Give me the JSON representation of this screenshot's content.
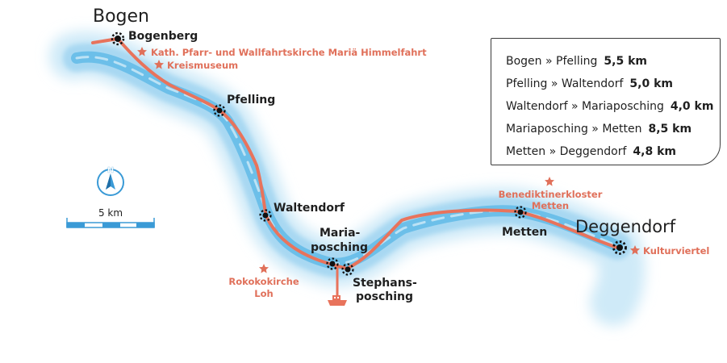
{
  "towns": {
    "bogen": "Bogen",
    "deggendorf": "Deggendorf"
  },
  "places": {
    "bogenberg": "Bogenberg",
    "pfelling": "Pfelling",
    "waltendorf": "Waltendorf",
    "mariaposching_1": "Maria-",
    "mariaposching_2": "posching",
    "stephansposching_1": "Stephans-",
    "stephansposching_2": "posching",
    "metten": "Metten"
  },
  "pois": {
    "wallfahrtskirche": "Kath. Pfarr- und Wallfahrtskirche Mariä Himmelfahrt",
    "kreismuseum": "Kreismuseum",
    "rokokokirche_1": "Rokokokirche",
    "rokokokirche_2": "Loh",
    "benediktinerkloster_1": "Benediktinerkloster",
    "benediktinerkloster_2": "Metten",
    "kulturviertel": "Kulturviertel"
  },
  "scale": {
    "label": "5 km"
  },
  "compass": {
    "label": "N"
  },
  "legend": [
    {
      "route": "Bogen » Pfelling",
      "distance": "5,5 km"
    },
    {
      "route": "Pfelling » Waltendorf",
      "distance": "5,0 km"
    },
    {
      "route": "Waltendorf » Mariaposching",
      "distance": "4,0 km"
    },
    {
      "route": "Mariaposching » Metten",
      "distance": "8,5 km"
    },
    {
      "route": "Metten » Deggendorf",
      "distance": "4,8 km"
    }
  ],
  "colors": {
    "route": "#e8735c",
    "river": "#58b7e6",
    "river_light": "#cfeaf8",
    "poi": "#e0705a",
    "text": "#1f1f1f",
    "compass": "#3a9ad6"
  },
  "icons": {
    "town_marker": "sunburst-dot-icon",
    "poi_marker": "star-icon",
    "boat": "ferry-boat-icon"
  }
}
